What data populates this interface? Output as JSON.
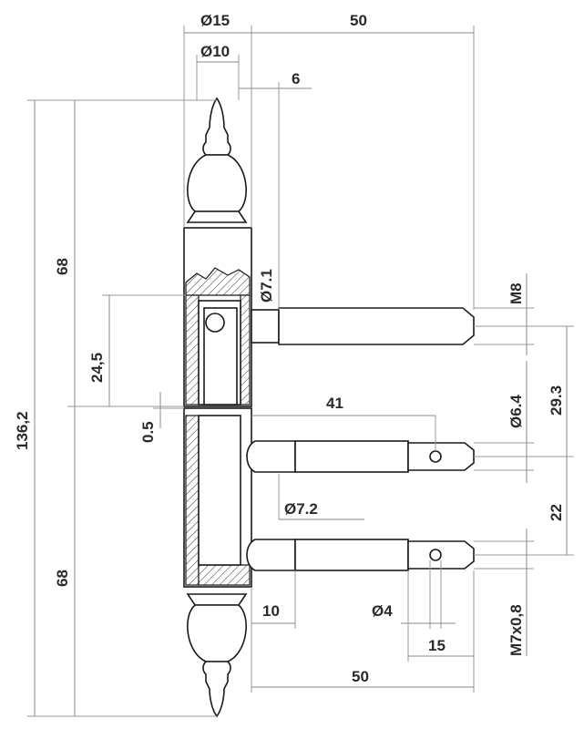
{
  "dimensions": {
    "top_outer_diameter": "Ø15",
    "top_inner_diameter": "Ø10",
    "offset_6": "6",
    "overall_width_top": "50",
    "pin_diameter_7_1": "Ø7.1",
    "thread_m8": "M8",
    "upper_half_height": "68",
    "overall_height": "136,2",
    "insert_depth": "24,5",
    "gap": "0.5",
    "pin_spacing_29_3": "29.3",
    "diameter_6_4": "Ø6.4",
    "length_41": "41",
    "diameter_7_2": "Ø7.2",
    "pin_spacing_22": "22",
    "lower_half_height": "68",
    "length_10": "10",
    "hole_diameter": "Ø4",
    "length_15": "15",
    "thread_m7": "M7x0,8",
    "overall_width_bottom": "50"
  }
}
